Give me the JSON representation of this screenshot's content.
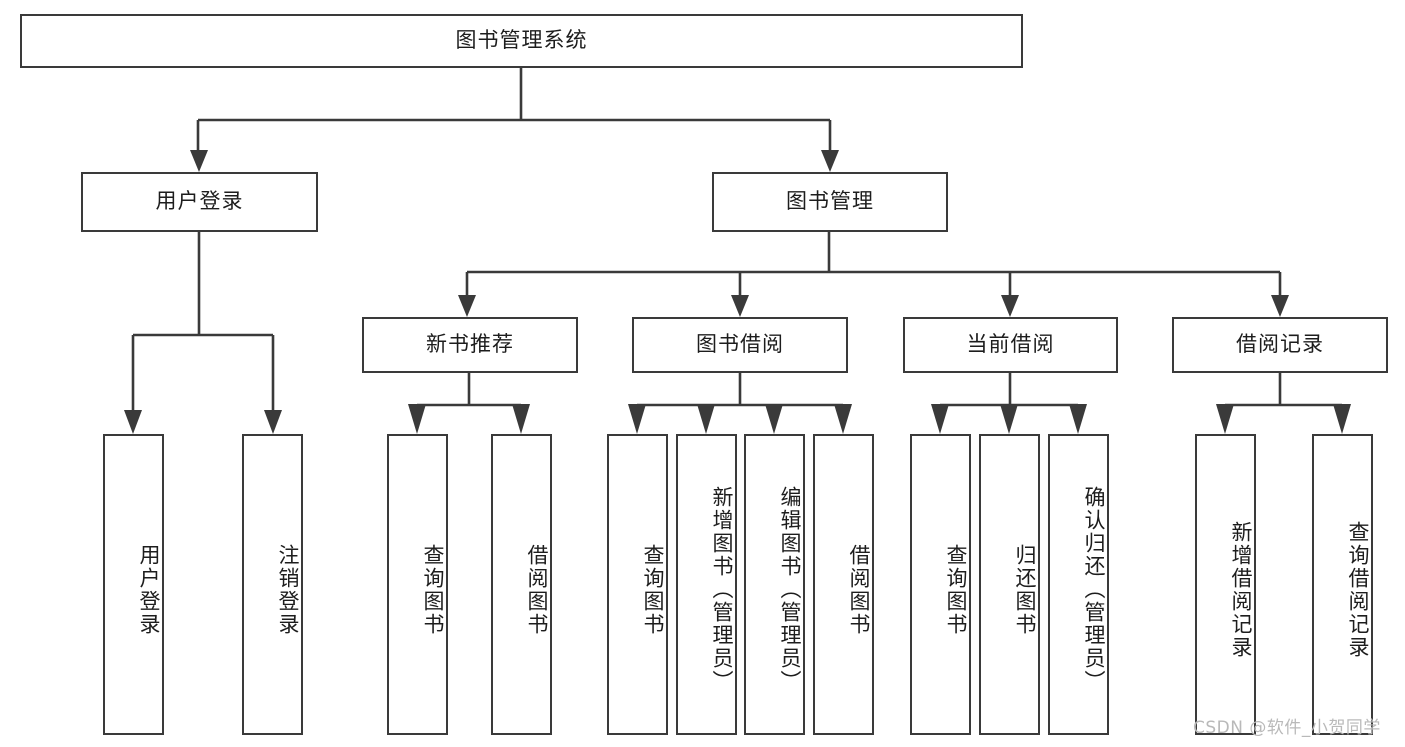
{
  "diagram": {
    "title": "图书管理系统",
    "root": {
      "label": "图书管理系统"
    },
    "level1": [
      {
        "label": "用户登录"
      },
      {
        "label": "图书管理"
      }
    ],
    "level2": [
      {
        "label": "新书推荐"
      },
      {
        "label": "图书借阅"
      },
      {
        "label": "当前借阅"
      },
      {
        "label": "借阅记录"
      }
    ],
    "leaves": {
      "user_login": [
        {
          "label": "用户登录"
        },
        {
          "label": "注销登录"
        }
      ],
      "new_book_recommend": [
        {
          "label": "查询图书"
        },
        {
          "label": "借阅图书"
        }
      ],
      "book_borrow": [
        {
          "label": "查询图书"
        },
        {
          "label": "新增图书（管理员）"
        },
        {
          "label": "编辑图书（管理员）"
        },
        {
          "label": "借阅图书"
        }
      ],
      "current_borrow": [
        {
          "label": "查询图书"
        },
        {
          "label": "归还图书"
        },
        {
          "label": "确认归还（管理员）"
        }
      ],
      "borrow_record": [
        {
          "label": "新增借阅记录"
        },
        {
          "label": "查询借阅记录"
        }
      ]
    }
  },
  "watermark": {
    "text": "CSDN @软件_小贺同学"
  },
  "colors": {
    "stroke": "#3a3a3a",
    "background": "#ffffff",
    "text": "#1d1d1d",
    "watermark": "#b9b9b9"
  }
}
